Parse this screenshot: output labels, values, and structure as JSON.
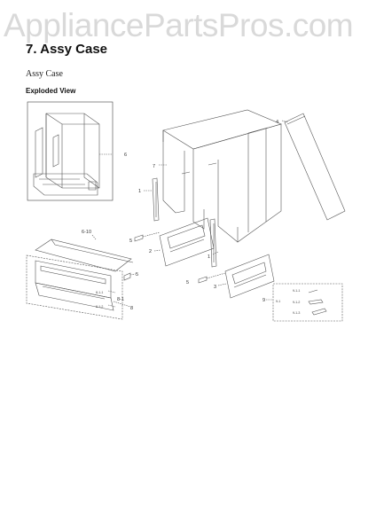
{
  "watermark": "AppliancePartsPros.com",
  "section": {
    "title": "7.  Assy Case",
    "subtitle": "Assy Case",
    "view_label": "Exploded View"
  },
  "callouts": {
    "c1a": "1",
    "c1b": "1",
    "c2": "2",
    "c3": "3",
    "c4": "4",
    "c5a": "5",
    "c5b": "5",
    "c5c": "5",
    "c6": "6",
    "c7": "7",
    "c8": "8",
    "c9": "9",
    "c10": "6-10",
    "c81": "8-1",
    "c811": "8-1-1",
    "c812": "8-1-2",
    "c91": "9-1",
    "c911": "9-1-1",
    "c912": "9-1-2",
    "c913": "9-1-3"
  }
}
